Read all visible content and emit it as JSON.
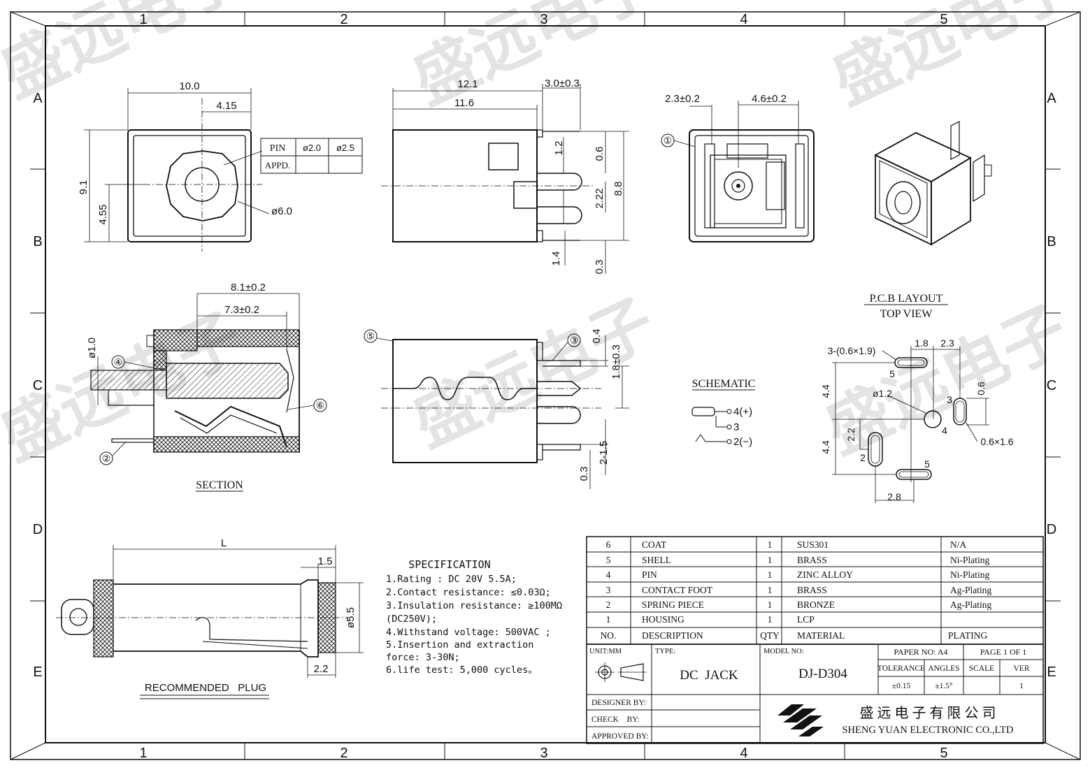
{
  "frame": {
    "columns": [
      "1",
      "2",
      "3",
      "4",
      "5"
    ],
    "rows": [
      "A",
      "B",
      "C",
      "D",
      "E"
    ]
  },
  "watermark": "盛远电子",
  "front_view": {
    "dims": [
      "10.0",
      "4.15",
      "9.1",
      "4.55",
      "ø6.0"
    ],
    "pin_table": {
      "pin": "PIN",
      "appd": "APPD.",
      "sizes": [
        "ø2.0",
        "ø2.5"
      ]
    }
  },
  "side_view": {
    "dims": [
      "12.1",
      "3.0±0.3",
      "11.6",
      "1.2",
      "0.6",
      "2.22",
      "8.8",
      "1.4",
      "0.3"
    ]
  },
  "rear_view": {
    "dims": [
      "2.3±0.2",
      "4.6±0.2"
    ],
    "callout": "①"
  },
  "section": {
    "dims": [
      "8.1±0.2",
      "7.3±0.2",
      "ø1.0"
    ],
    "callouts": [
      "④",
      "⑥",
      "②"
    ],
    "label": "SECTION"
  },
  "side_view_2": {
    "dims": [
      "0.4",
      "1.8±0.3",
      "2-1.5",
      "0.3"
    ],
    "callouts": [
      "⑤",
      "③"
    ]
  },
  "schematic": {
    "title": "SCHEMATIC",
    "pins": [
      "4(+)",
      "3",
      "2(−)"
    ]
  },
  "pcb_layout": {
    "title": "P.C.B LAYOUT",
    "subtitle": "TOP VIEW",
    "dims": [
      "3-(0.6×1.9)",
      "1.8",
      "2.3",
      "ø1.2",
      "0.6",
      "4.4",
      "4.4",
      "2.2",
      "0.6×1.6",
      "2.8"
    ],
    "pin_numbers": [
      "5",
      "3",
      "4",
      "2",
      "5"
    ]
  },
  "plug": {
    "dims": [
      "L",
      "1.5",
      "ø5.5",
      "2.2"
    ],
    "label": "RECOMMENDED   PLUG"
  },
  "specification": {
    "title": "SPECIFICATION",
    "lines": [
      "1.Rating : DC 20V 5.5A;",
      "2.Contact resistance: ≤0.03Ω;",
      "3.Insulation resistance: ≥100MΩ",
      "(DC250V);",
      "4.Withstand voltage: 500VAC ;",
      "5.Insertion and extraction",
      "force: 3-30N;",
      "6.life test: 5,000 cycles。"
    ]
  },
  "bom": {
    "rows": [
      [
        "6",
        "COAT",
        "1",
        "SUS301",
        "N/A"
      ],
      [
        "5",
        "SHELL",
        "1",
        "BRASS",
        "Ni-Plating"
      ],
      [
        "4",
        "PIN",
        "1",
        "ZINC ALLOY",
        "Ni-Plating"
      ],
      [
        "3",
        "CONTACT FOOT",
        "1",
        "BRASS",
        "Ag-Plating"
      ],
      [
        "2",
        "SPRING PIECE",
        "1",
        "BRONZE",
        "Ag-Plating"
      ],
      [
        "1",
        "HOUSING",
        "1",
        "LCP",
        ""
      ]
    ],
    "headers": [
      "NO.",
      "DESCRIPTION",
      "QTY",
      "MATERIAL",
      "PLATING"
    ]
  },
  "title_block": {
    "unit": "UNIT:MM",
    "type_label": "TYPE:",
    "type_value": "DC  JACK",
    "model_label": "MODEL NO:",
    "model_value": "DJ-D304",
    "paper": "PAPER NO: A4",
    "page": "PAGE 1 OF 1",
    "tolerance_label": "TOLERANCE",
    "angles_label": "ANGLES",
    "scale_label": "SCALE",
    "ver_label": "VER",
    "tolerance": "±0.15",
    "angles": "±1.5°",
    "scale": "",
    "ver": "1",
    "designer": "DESIGNER BY:",
    "check": "CHECK    BY:",
    "approved": "APPROVED BY:",
    "company_cn": "盛 远 电 子 有 限 公 司",
    "company_en": "SHENG YUAN ELECTRONIC CO.,LTD"
  }
}
